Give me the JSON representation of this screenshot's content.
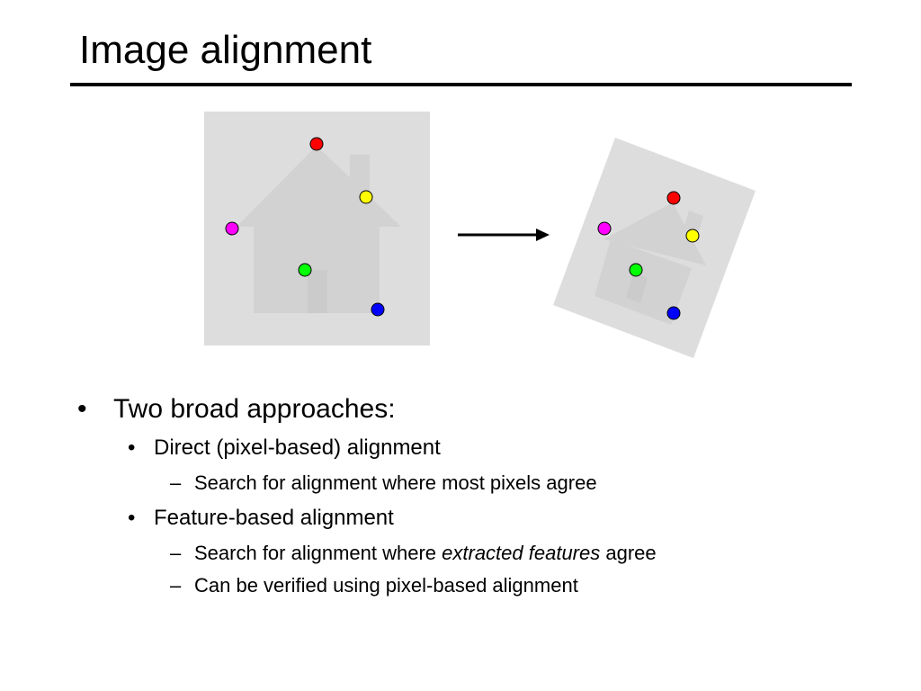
{
  "slide": {
    "title": "Image alignment"
  },
  "figure": {
    "panel_color": "#dddddd",
    "house_color": "#d2d2d2",
    "arrow_color": "#000000",
    "markers": {
      "red": "#ff0000",
      "yellow": "#ffff00",
      "magenta": "#ff00ff",
      "green": "#00ff00",
      "blue": "#0000ff"
    }
  },
  "bullets": {
    "l1_marker": "•",
    "l2_marker": "•",
    "l3_marker": "–",
    "item1": "Two broad approaches:",
    "item1_1": "Direct (pixel-based) alignment",
    "item1_1_1": "Search for alignment where most pixels agree",
    "item1_2": "Feature-based alignment",
    "item1_2_1_pre": "Search for alignment where ",
    "item1_2_1_em": "extracted features",
    "item1_2_1_post": " agree",
    "item1_2_2": "Can be verified using pixel-based alignment"
  }
}
